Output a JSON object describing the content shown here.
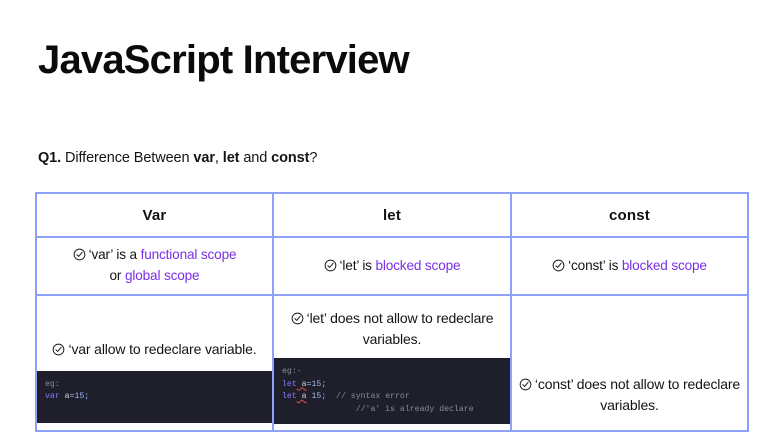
{
  "document": {
    "title": "JavaScript Interview"
  },
  "question": {
    "number": "Q1.",
    "text_before": " Difference Between ",
    "kw1": "var",
    "sep1": ", ",
    "kw2": "let",
    "sep2": " and ",
    "kw3": "const",
    "text_after": "?"
  },
  "colors": {
    "table_border": "#8da0fb",
    "accent_purple": "#7a2fe8",
    "code_background": "#1f1f2b",
    "text": "#141414"
  },
  "table": {
    "headers": [
      "Var",
      "let",
      "const"
    ],
    "rows": [
      {
        "var": {
          "icon": "check-circle-icon",
          "line1_plain": "‘var’ is a ",
          "line1_accent": "functional scope",
          "line2_plain": "or ",
          "line2_accent": "global scope"
        },
        "let": {
          "icon": "check-circle-icon",
          "line1_plain": "‘let’ is ",
          "line1_accent": "blocked scope"
        },
        "const": {
          "icon": "check-circle-icon",
          "line1_plain": "‘const’ is ",
          "line1_accent": "blocked scope"
        }
      },
      {
        "var": {
          "icon": "check-circle-icon",
          "text": "‘var allow to redeclare variable.",
          "code": {
            "label": "eg:",
            "lines": [
              {
                "kw": "var",
                "ident": " a",
                "num": "=15;"
              }
            ]
          }
        },
        "let": {
          "icon": "check-circle-icon",
          "text": "‘let’ does not allow to redeclare variables.",
          "code": {
            "label": "eg:-",
            "lines": [
              {
                "kw": "let",
                "ident": " a",
                "num": "=15;"
              },
              {
                "kw": "let",
                "ident_err": " a",
                "num": " 15;",
                "comment": "  // syntax error"
              },
              {
                "comment_only": "               //'a' is already declare"
              }
            ]
          }
        },
        "const": {
          "icon": "check-circle-icon",
          "text": "‘const’ does not allow to redeclare variables."
        }
      }
    ]
  }
}
